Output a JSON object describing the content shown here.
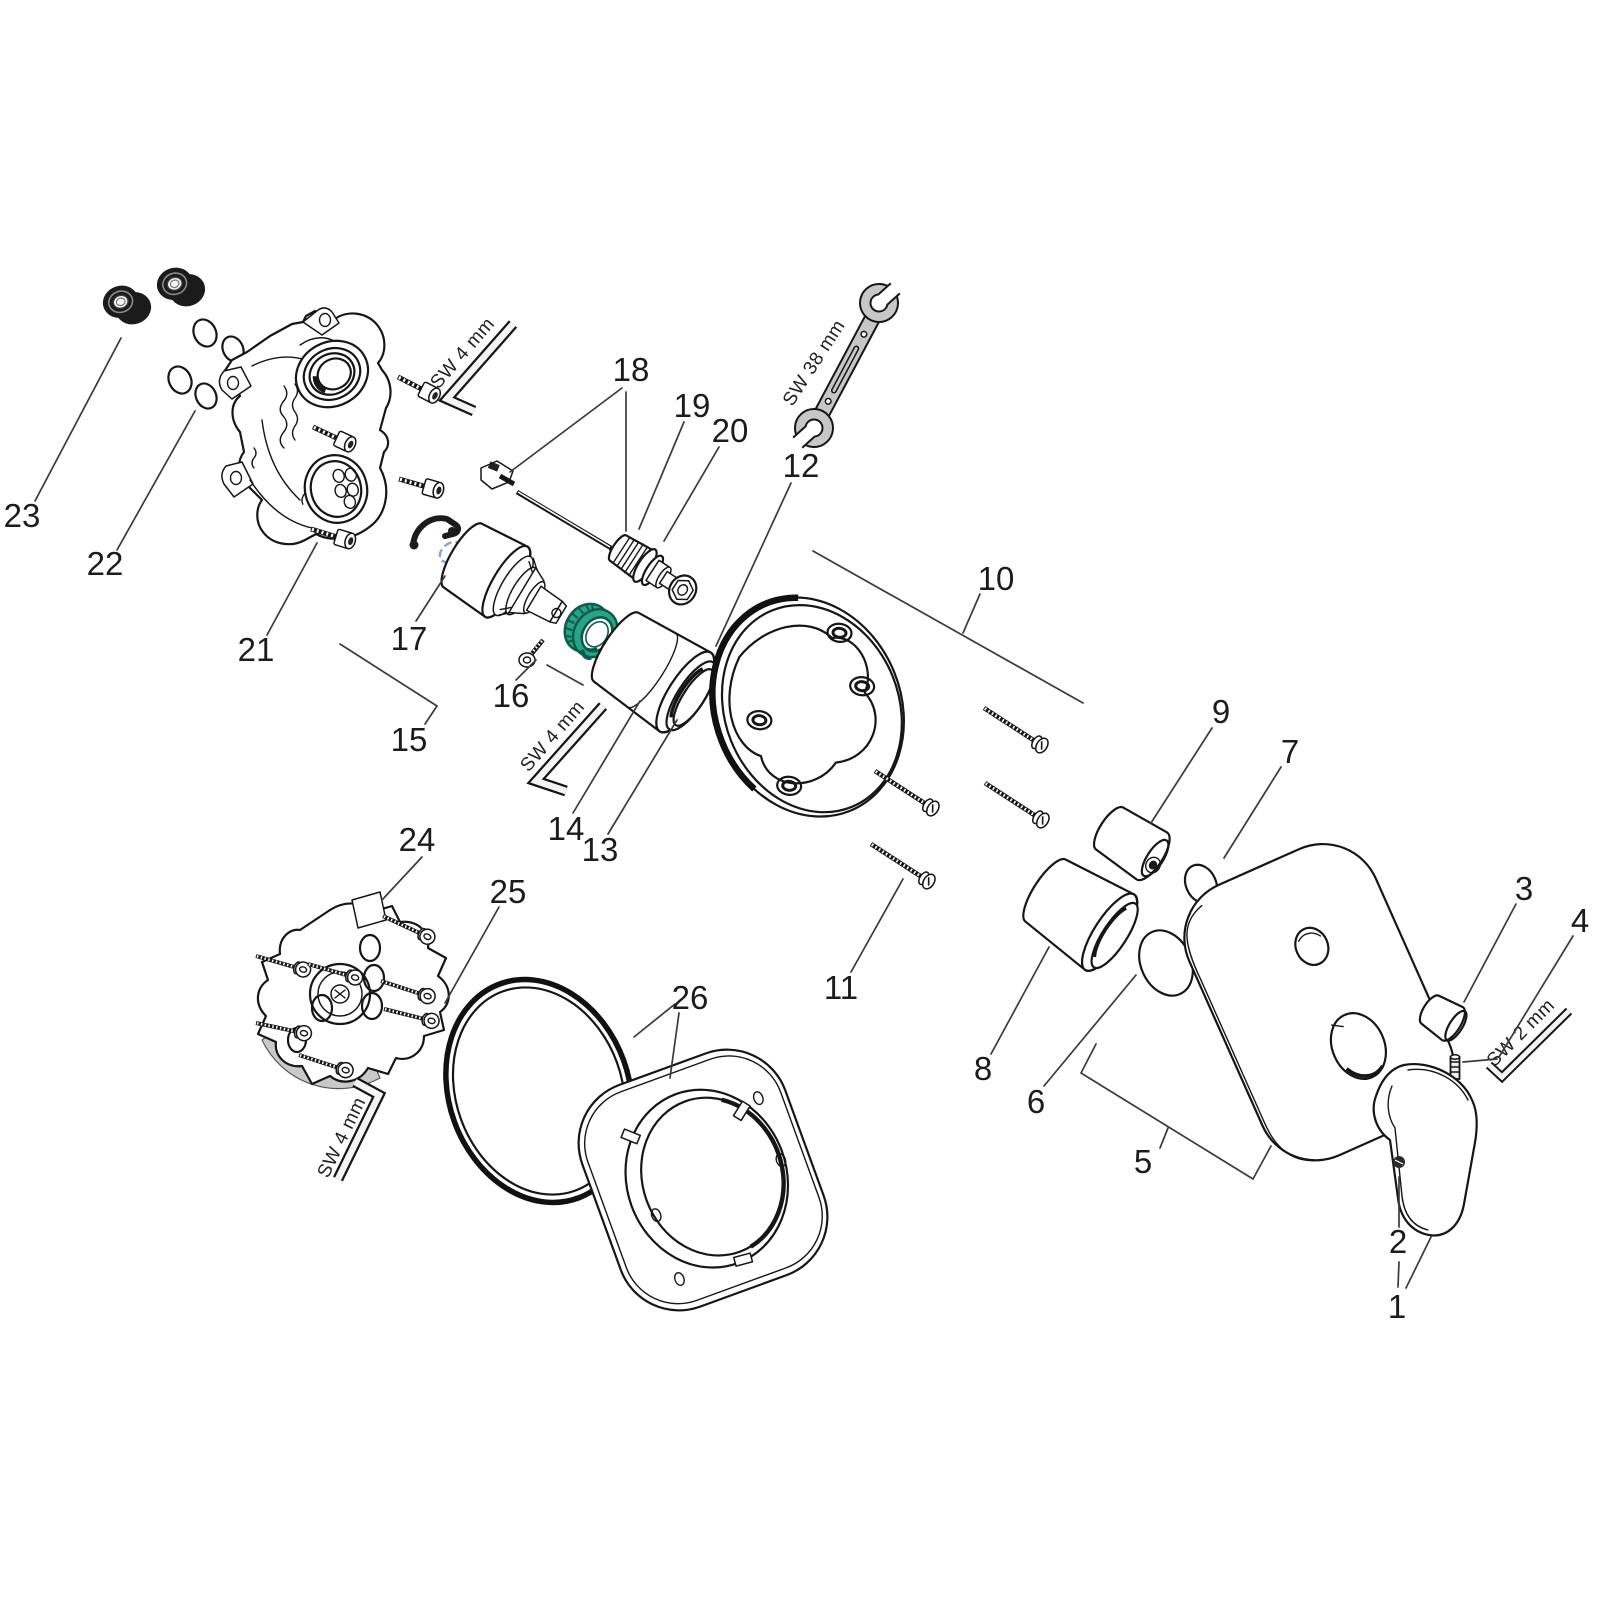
{
  "diagram": {
    "type": "exploded-parts-diagram",
    "callouts": {
      "c1": "1",
      "c2": "2",
      "c3": "3",
      "c4": "4",
      "c5": "5",
      "c6": "6",
      "c7": "7",
      "c8": "8",
      "c9": "9",
      "c10": "10",
      "c11": "11",
      "c12": "12",
      "c13": "13",
      "c14": "14",
      "c15": "15",
      "c16": "16",
      "c17": "17",
      "c18": "18",
      "c19": "19",
      "c20": "20",
      "c21": "21",
      "c22": "22",
      "c23": "23",
      "c24": "24",
      "c25": "25",
      "c26": "26"
    },
    "tool_labels": {
      "allen_top": "SW 4 mm",
      "allen_middle": "SW 4 mm",
      "allen_bottom": "SW 4 mm",
      "allen_small": "SW 2 mm",
      "wrench": "SW 38 mm"
    },
    "colors": {
      "line": "#161616",
      "callout_line": "#3a3a3a",
      "accent_green": "#2aa287",
      "accent_green_dark": "#0b5b49",
      "accent_blue": "#8fa0d8",
      "tool_gray": "#c7c7c7",
      "part_gray": "#c9c9c9",
      "rubber_black": "#1b1b1b"
    }
  }
}
